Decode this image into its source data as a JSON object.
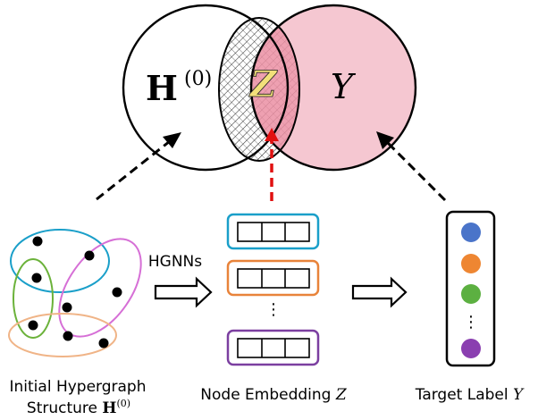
{
  "venn": {
    "left_label": "H",
    "left_sup": "(0)",
    "center_label": "Z",
    "right_label": "Y"
  },
  "hypergraph": {
    "caption_line1": "Initial Hypergraph",
    "caption_line2_text": "Structure ",
    "caption_line2_bold": "H",
    "caption_line2_sup": "(0)",
    "edge_colors": [
      "#1a9fc9",
      "#d66fd6",
      "#6bb23a",
      "#f0b487"
    ]
  },
  "arrow_label": "HGNNs",
  "embedding": {
    "caption_text": "Node Embedding ",
    "caption_var": "Z",
    "ellipsis": "⋮",
    "box_colors": [
      "#1a9fc9",
      "#e8833a",
      "#7b3fa0"
    ]
  },
  "target": {
    "caption_text": "Target Label ",
    "caption_var": "Y",
    "ellipsis": "⋮",
    "dot_colors": [
      "#4a74c9",
      "#ee8632",
      "#5cb041",
      "#8a3fb0"
    ]
  },
  "colors": {
    "right_circle_fill": "#f5c7d1",
    "overlap_fill": "#eb8fa3",
    "red_arrow": "#e11010"
  }
}
